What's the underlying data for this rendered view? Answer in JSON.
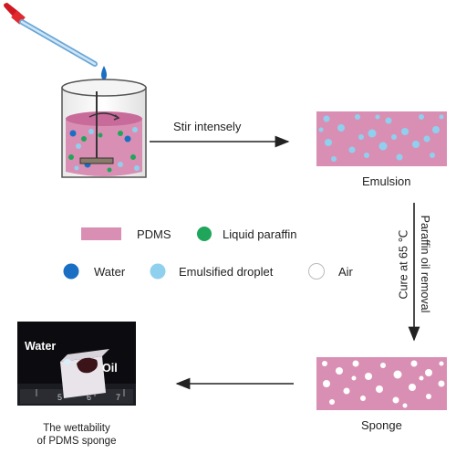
{
  "steps": {
    "stir": "Stir intensely",
    "emulsion": "Emulsion",
    "cure": "Cure at 65 ℃",
    "removal": "Paraffin oil removal",
    "sponge": "Sponge"
  },
  "legend": [
    {
      "label": "PDMS",
      "color": "#d98fb4"
    },
    {
      "label": "Liquid paraffin",
      "color": "#1fa65a"
    },
    {
      "label": "Water",
      "color": "#1a6fc4"
    },
    {
      "label": "Emulsified droplet",
      "color": "#8fd0ee"
    },
    {
      "label": "Air",
      "color": "#ffffff"
    }
  ],
  "photo": {
    "water_label": "Water",
    "oil_label": "Oil",
    "ruler_numbers": [
      "5",
      "6",
      "7"
    ]
  },
  "caption": {
    "line1": "The wettability",
    "line2": "of PDMS sponge"
  }
}
